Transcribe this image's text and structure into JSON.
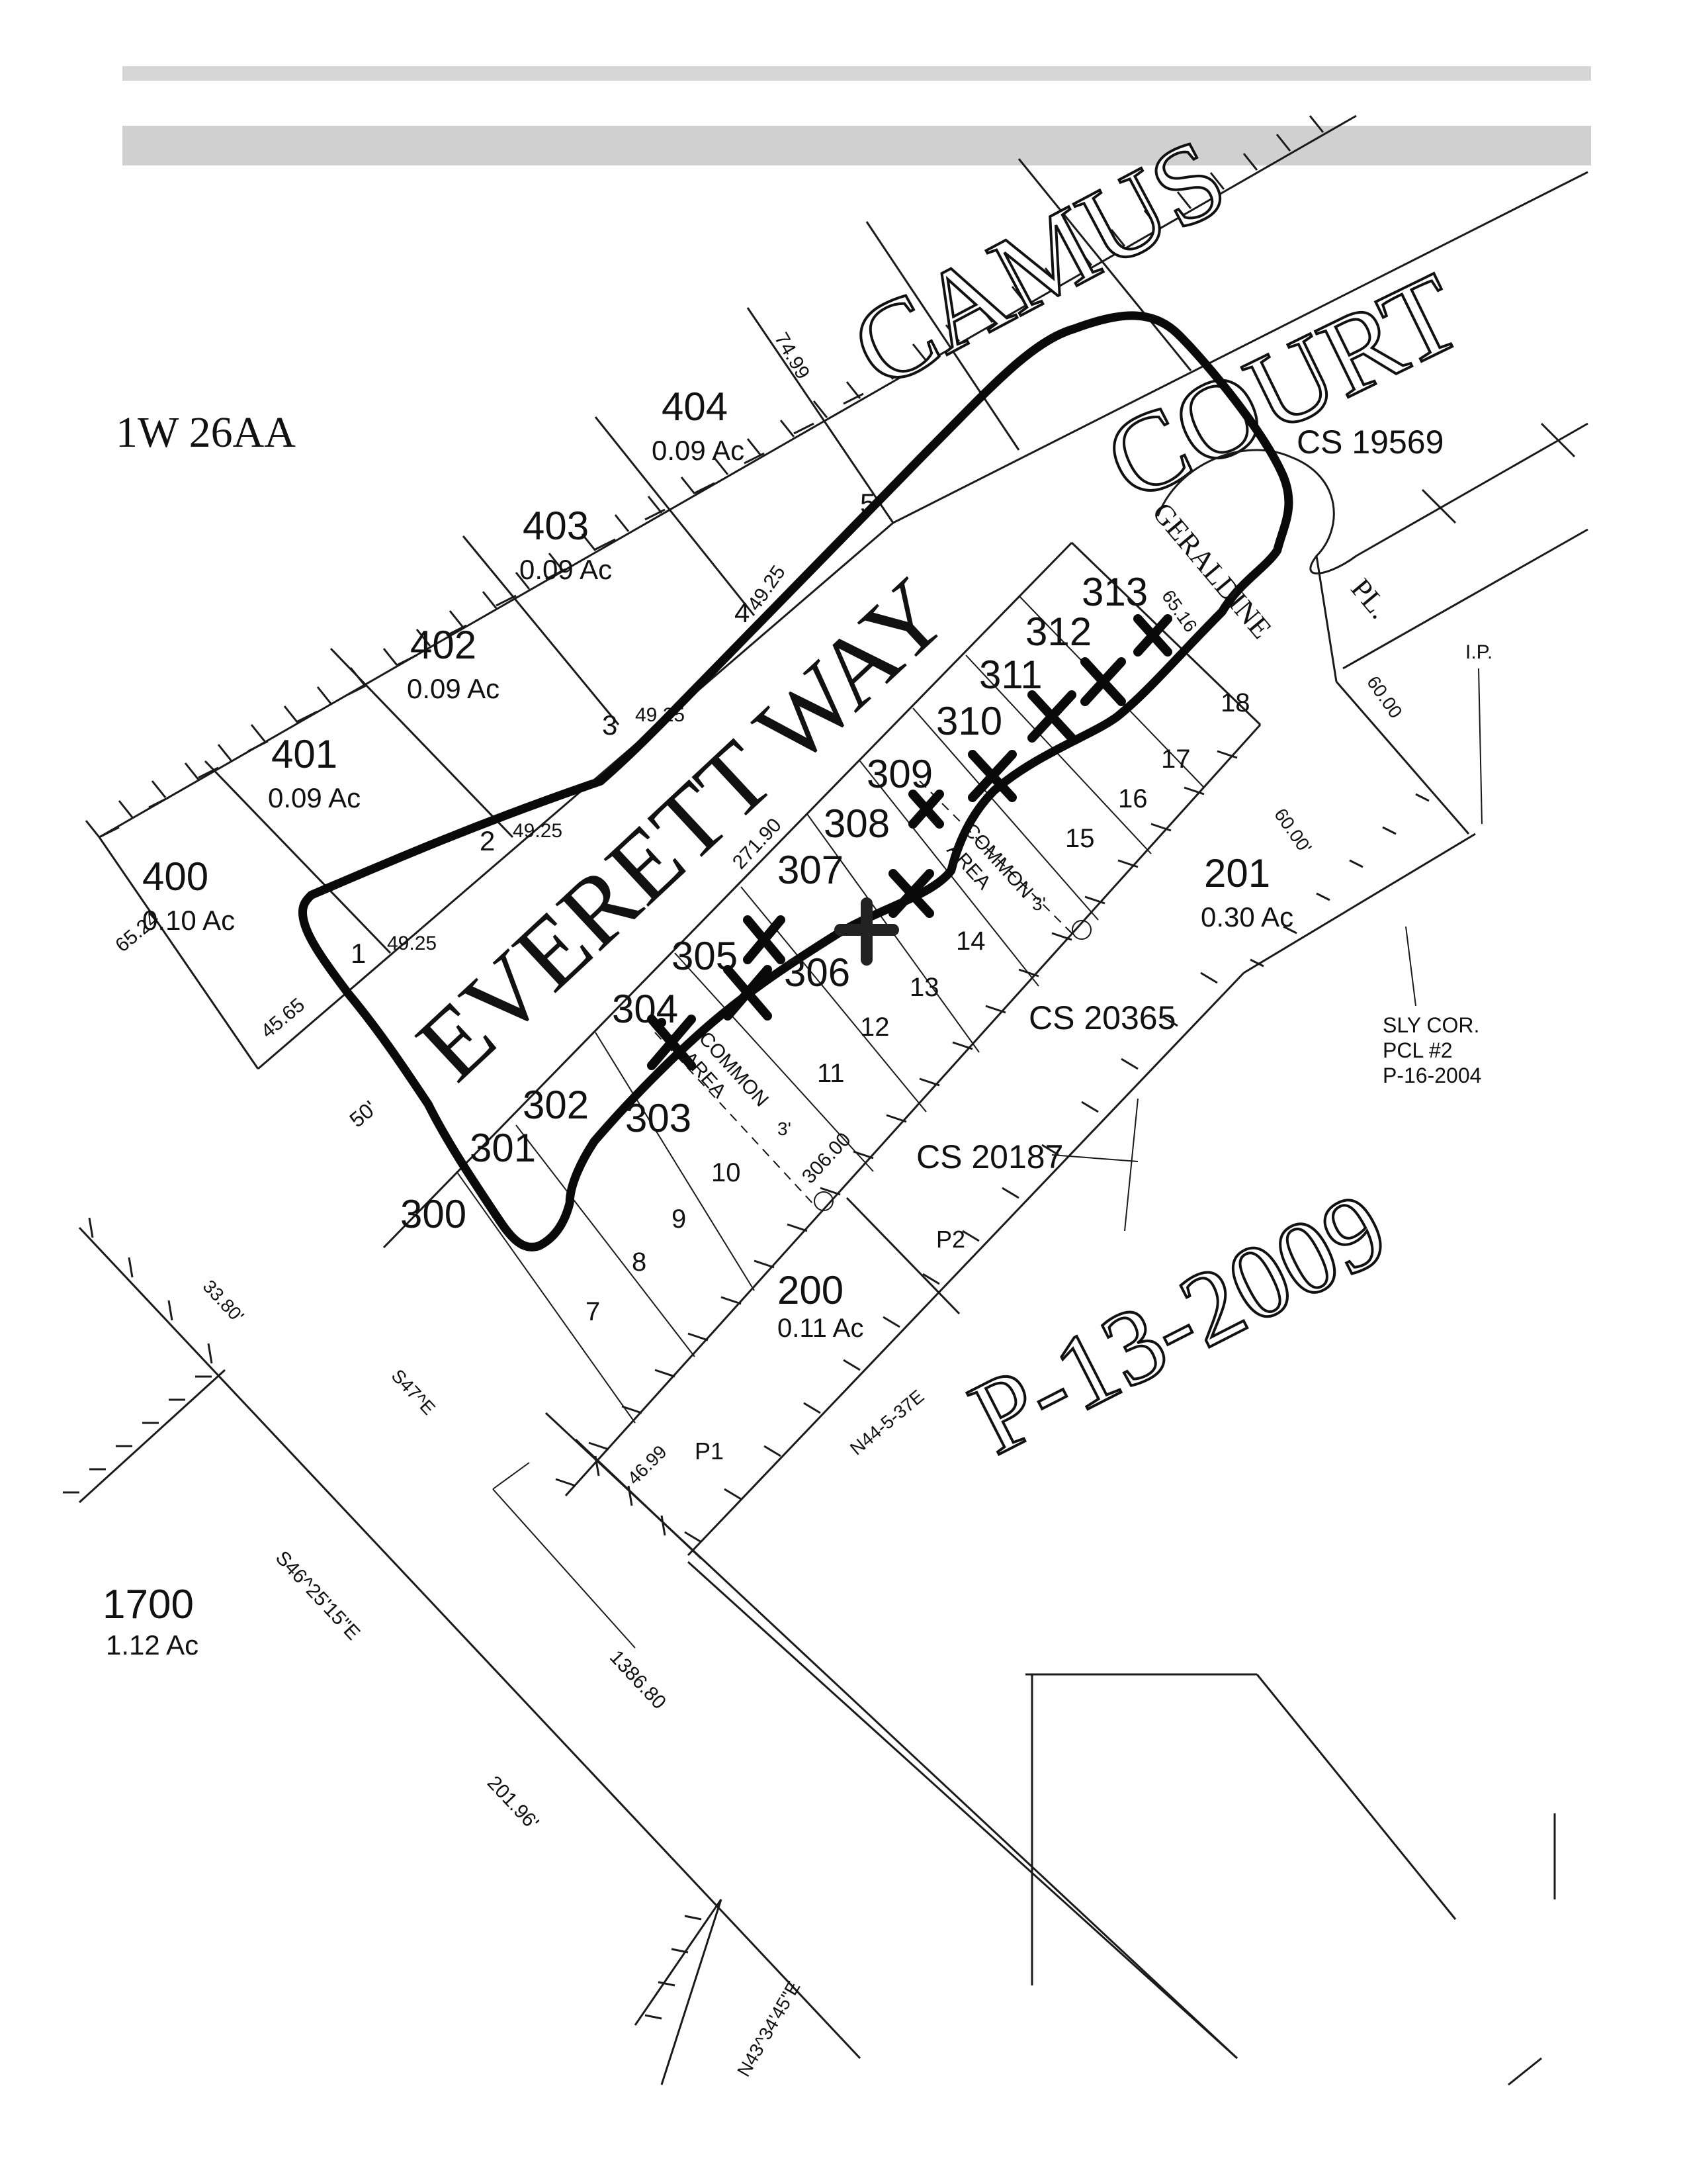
{
  "map_id": "1W 26AA",
  "streets": {
    "camus": "CAMUS",
    "court": "COURT",
    "everett_way": "EVERETT WAY",
    "geraldine": "GERALDINE",
    "pl": "PL."
  },
  "plat": "P-13-2009",
  "survey_refs": [
    "CS 19569",
    "CS 20365",
    "CS 20187"
  ],
  "sly_cor": [
    "SLY COR.",
    "PCL #2",
    "P-16-2004"
  ],
  "ip": "I.P.",
  "parcels": {
    "p404": {
      "num": "404",
      "area": "0.09 Ac"
    },
    "p403": {
      "num": "403",
      "area": "0.09 Ac"
    },
    "p402": {
      "num": "402",
      "area": "0.09 Ac"
    },
    "p401": {
      "num": "401",
      "area": "0.09 Ac"
    },
    "p400": {
      "num": "400",
      "area": "0.10 Ac"
    },
    "p201": {
      "num": "201",
      "area": "0.30 Ac"
    },
    "p200": {
      "num": "200",
      "area": "0.11 Ac"
    },
    "p1700": {
      "num": "1700",
      "area": "1.12 Ac"
    }
  },
  "units": [
    "300",
    "301",
    "302",
    "303",
    "304",
    "305",
    "306",
    "307",
    "308",
    "309",
    "310",
    "311",
    "312",
    "313"
  ],
  "lots": [
    "1",
    "2",
    "3",
    "4",
    "5",
    "7",
    "8",
    "9",
    "10",
    "11",
    "12",
    "13",
    "14",
    "15",
    "16",
    "17",
    "18"
  ],
  "common_area": [
    "COMMON",
    "AREA"
  ],
  "three_ft": "3'",
  "pads": [
    "P1",
    "P2"
  ],
  "dims": {
    "d7499": "74.99",
    "d4925": "49.25",
    "d6524": "65.24",
    "d4565": "45.65",
    "d27190": "271.90",
    "d30600": "306.00",
    "d6516": "65.16",
    "d6000": "60.00",
    "d6000p": "60.00'",
    "d50": "50'",
    "d3380": "33.80'",
    "s47": "S47^E",
    "bearing1": "S46^25'15\"E",
    "d138680": "1386.80",
    "d20196": "201.96'",
    "d4699": "46.99",
    "n44": "N44-5-37E",
    "n43": "N43^34'45\"E"
  }
}
